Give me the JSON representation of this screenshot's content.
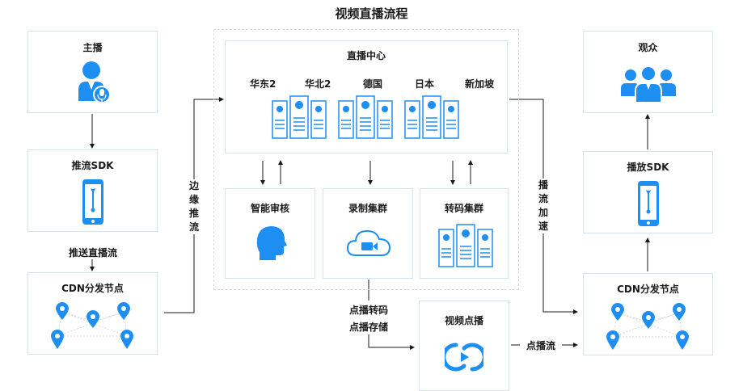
{
  "title": "视频直播流程",
  "anchor": {
    "label": "主播",
    "sdk_label": "推流SDK",
    "push_label": "推送直播流",
    "cdn_label": "CDN分发节点"
  },
  "edge_push_label": "边缘推流",
  "center": {
    "label": "直播中心",
    "regions": [
      "华东2",
      "华北2",
      "德国",
      "日本",
      "新加坡"
    ]
  },
  "services": {
    "review": "智能审核",
    "record": "录制集群",
    "transcode": "转码集群"
  },
  "play_accel_label": "播流加速",
  "vod": {
    "transcode_label": "点播转码",
    "storage_label": "点播存储",
    "box_label": "视频点播",
    "vod_stream_label": "点播流"
  },
  "viewer": {
    "label": "观众",
    "sdk_label": "播放SDK",
    "cdn_label": "CDN分发节点"
  },
  "colors": {
    "accent": "#1e8ff2",
    "box_border": "#d4e4f3",
    "line": "#1a1a1a"
  }
}
